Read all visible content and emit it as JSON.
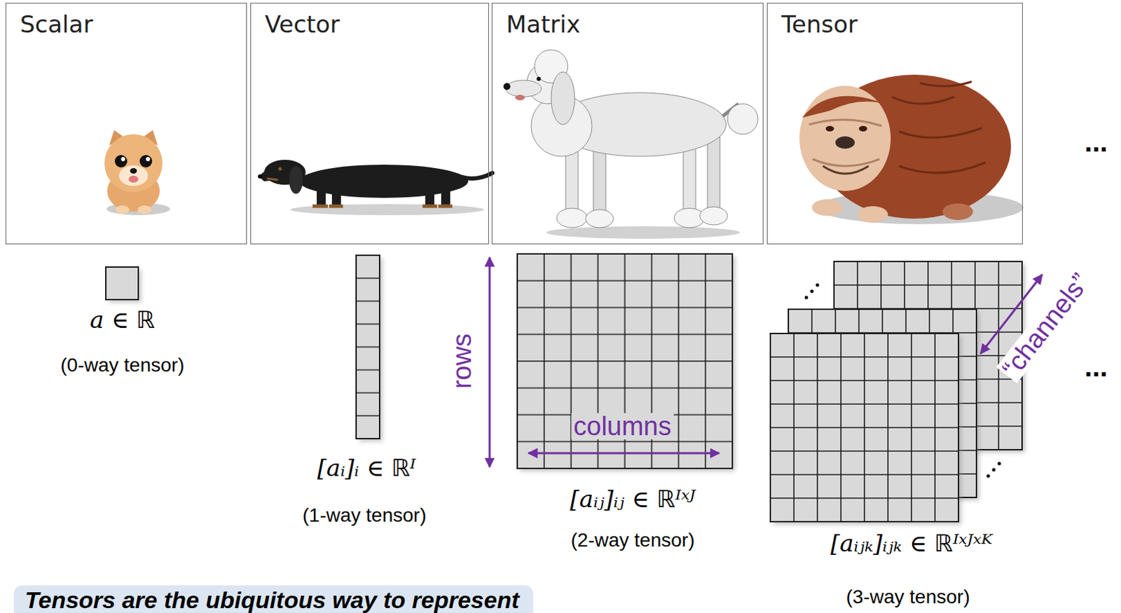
{
  "diagram": {
    "nodes": [
      {
        "text": [
          "Scalar"
        ]
      },
      {
        "text": [
          "Vector"
        ]
      },
      {
        "text": [
          "Matrix"
        ]
      },
      {
        "text": [
          "Tensor"
        ]
      },
      {
        "text": [
          "Tensors are the ubiquitous way to represent"
        ]
      }
    ],
    "labels": [
      "a ∈ ℝ",
      "(0-way tensor)",
      "[aᵢ]ᵢ ∈ ℝᴵ",
      "(1-way tensor)",
      "rows",
      "columns",
      "[aᵢⱼ]ᵢⱼ ∈ ℝᴵˣᴶ",
      "(2-way tensor)",
      "“channels”",
      "[aᵢⱼₖ]ᵢⱼₖ ∈ ℝᴵˣᴶˣᴷ",
      "(3-way tensor)",
      "...",
      "..."
    ]
  }
}
